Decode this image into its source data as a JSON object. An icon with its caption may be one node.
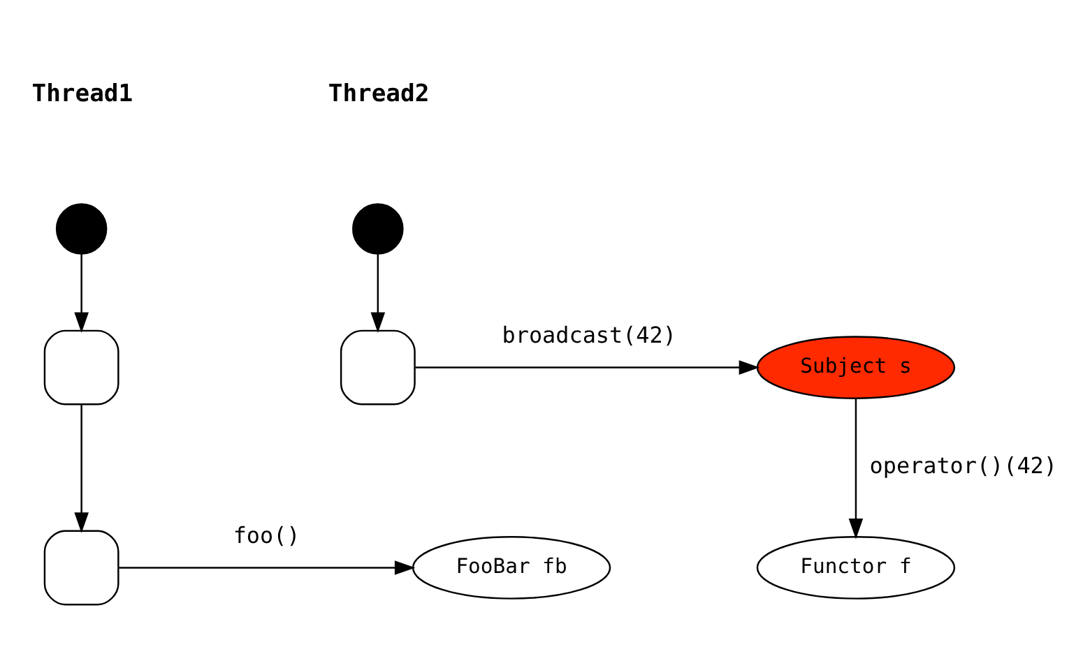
{
  "diagram": {
    "nodes": [
      {
        "text": [],
        "shape": "circle"
      },
      {
        "text": [],
        "shape": "box"
      },
      {
        "text": [],
        "shape": "box"
      },
      {
        "text": [],
        "shape": "circle"
      },
      {
        "text": [],
        "shape": "box"
      },
      {
        "text": [
          "Subject s"
        ]
      },
      {
        "text": [
          "Functor f"
        ]
      },
      {
        "text": [
          "FooBar fb"
        ]
      }
    ],
    "edges": [
      {
        "from": 0,
        "to": 1,
        "arrow": "to"
      },
      {
        "from": 1,
        "to": 2,
        "arrow": "to"
      },
      {
        "from": 2,
        "to": 7,
        "arrow": "to",
        "label": "foo()"
      },
      {
        "from": 3,
        "to": 4,
        "arrow": "to"
      },
      {
        "from": 4,
        "to": 5,
        "arrow": "to",
        "label": "broadcast(42)"
      },
      {
        "from": 5,
        "to": 6,
        "arrow": "to",
        "label": "operator()(42)"
      }
    ],
    "labels": [
      "Thread1",
      "Thread2"
    ]
  }
}
